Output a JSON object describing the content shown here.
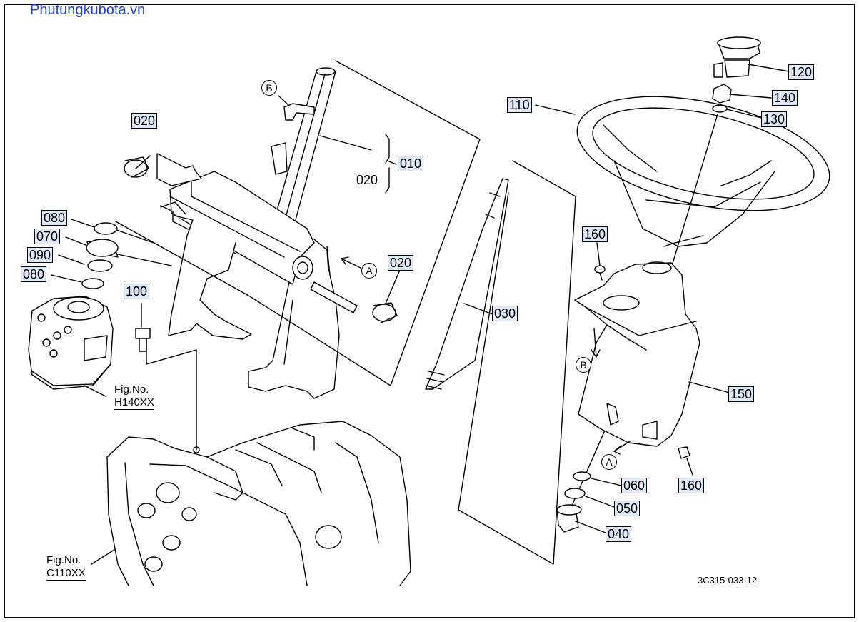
{
  "watermark": "Phutungkubota.vn",
  "reference_code": "3C315-033-12",
  "figure_refs": [
    {
      "label": "Fig.No.",
      "code": "H140XX"
    },
    {
      "label": "Fig.No.",
      "code": "C110XX"
    }
  ],
  "callouts": [
    "020",
    "010",
    "020",
    "020",
    "080",
    "070",
    "090",
    "080",
    "100",
    "030",
    "110",
    "120",
    "140",
    "130",
    "160",
    "150",
    "060",
    "160",
    "050",
    "040"
  ],
  "view_markers": [
    "B",
    "A",
    "B",
    "A"
  ]
}
